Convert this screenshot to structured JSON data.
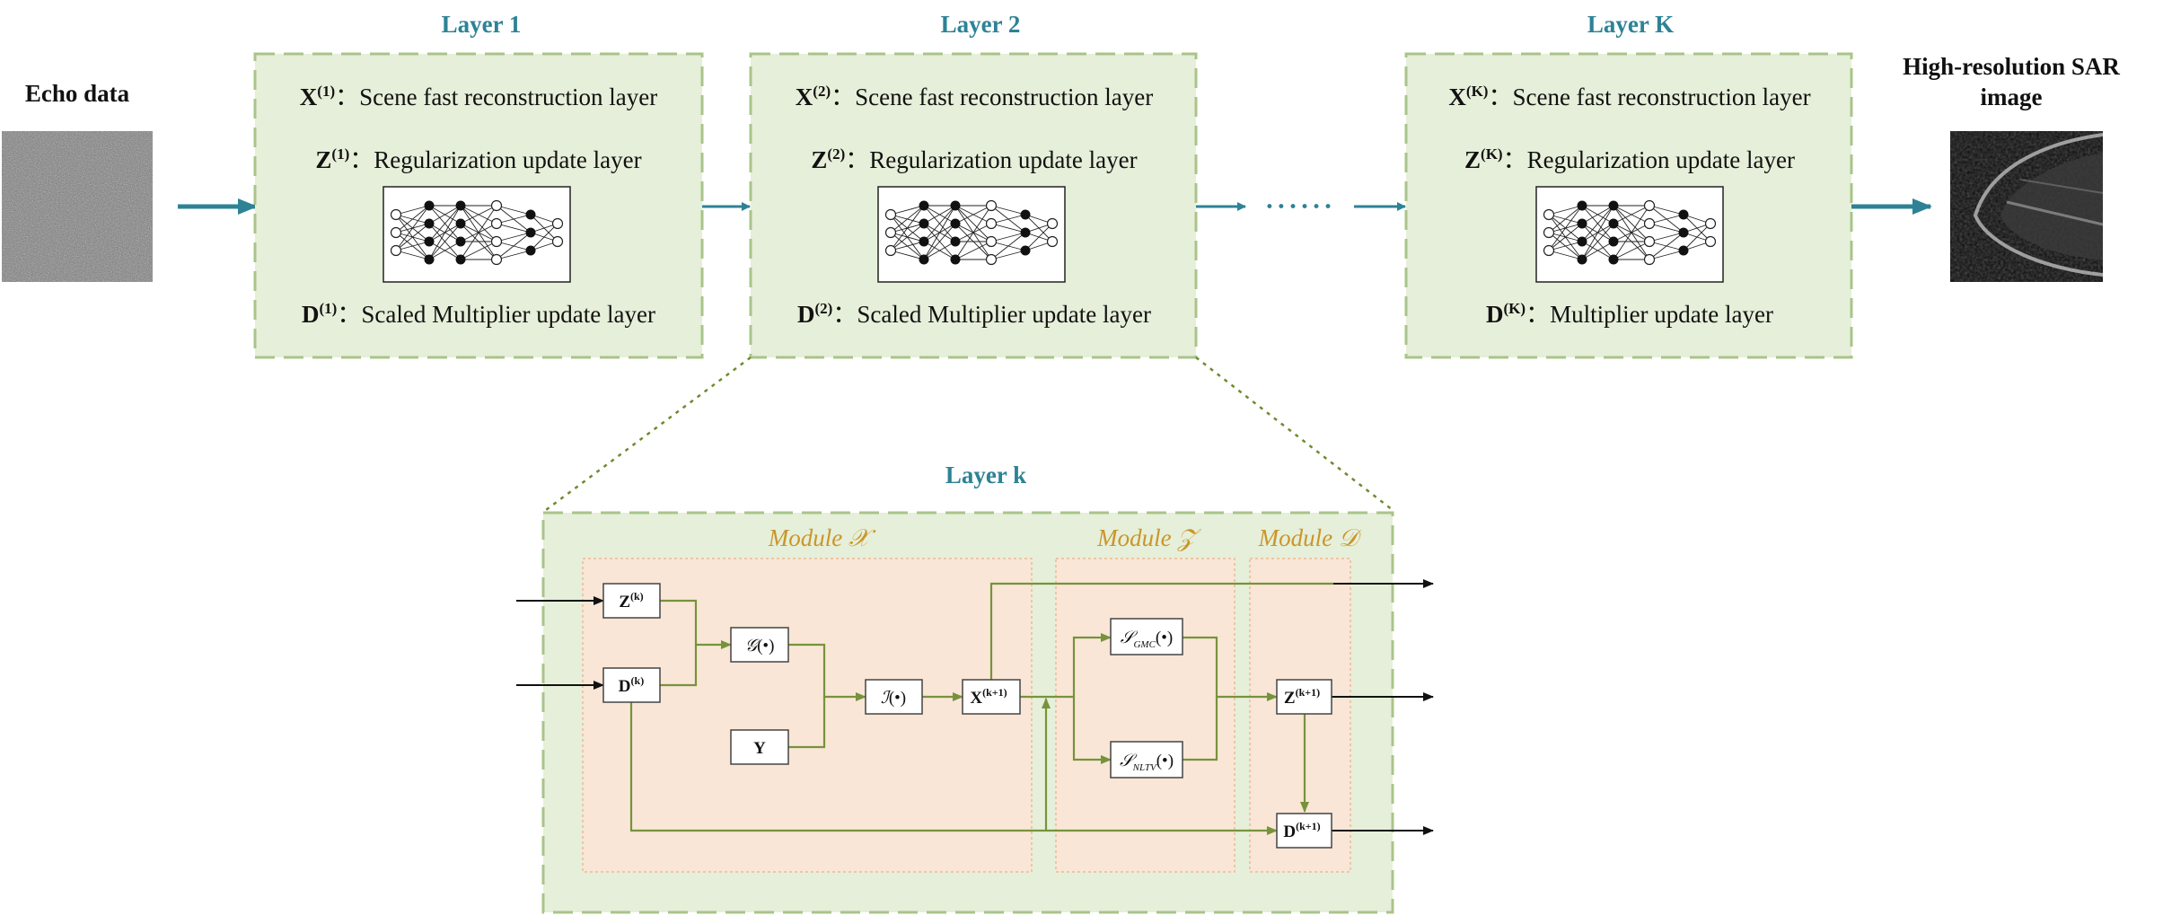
{
  "inputs": {
    "echo_title": "Echo data"
  },
  "outputs": {
    "sar_title_line1": "High-resolution SAR",
    "sar_title_line2": "image"
  },
  "layers": [
    {
      "title": "Layer 1",
      "rows": [
        {
          "var": "X",
          "sup": "(1)",
          "sep": "：",
          "text": "Scene fast reconstruction layer"
        },
        {
          "var": "Z",
          "sup": "(1)",
          "sep": "：",
          "text": "Regularization update layer"
        },
        {
          "var": "D",
          "sup": "(1)",
          "sep": "：",
          "text": "Scaled Multiplier update layer"
        }
      ]
    },
    {
      "title": "Layer 2",
      "rows": [
        {
          "var": "X",
          "sup": "(2)",
          "sep": "：",
          "text": "Scene fast reconstruction layer"
        },
        {
          "var": "Z",
          "sup": "(2)",
          "sep": "：",
          "text": "Regularization update layer"
        },
        {
          "var": "D",
          "sup": "(2)",
          "sep": "：",
          "text": "Scaled Multiplier update layer"
        }
      ]
    },
    {
      "title": "Layer K",
      "rows": [
        {
          "var": "X",
          "sup": "(K)",
          "sep": "：",
          "text": "Scene fast reconstruction layer"
        },
        {
          "var": "Z",
          "sup": "(K)",
          "sep": "：",
          "text": "Regularization update layer"
        },
        {
          "var": "D",
          "sup": "(K)",
          "sep": "：",
          "text": "Multiplier update layer"
        }
      ]
    }
  ],
  "ellipsis": "••••••",
  "detail": {
    "title": "Layer k",
    "modules": {
      "x": "Module 𝒳",
      "z": "Module 𝒵",
      "d": "Module 𝒟"
    },
    "ops": {
      "zk": {
        "var": "Z",
        "sup": "(k)"
      },
      "dk": {
        "var": "D",
        "sup": "(k)"
      },
      "g": {
        "sym": "𝒢",
        "arg": "(•)"
      },
      "y": {
        "var": "Y"
      },
      "i": {
        "sym": "ℐ",
        "arg": "(•)"
      },
      "xk1": {
        "var": "X",
        "sup": "(k+1)"
      },
      "sgmc": {
        "sym": "𝒮",
        "sub": "GMC",
        "arg": "(•)"
      },
      "snltv": {
        "sym": "𝒮",
        "sub": "NLTV",
        "arg": "(•)"
      },
      "zk1": {
        "var": "Z",
        "sup": "(k+1)"
      },
      "dk1": {
        "var": "D",
        "sup": "(k+1)"
      }
    }
  },
  "colors": {
    "layer_fill": "#e6efd9",
    "layer_border": "#a9c48a",
    "accent_teal": "#2e8296",
    "module_fill": "#f9e6d6",
    "module_border": "#f0b895",
    "module_title": "#c9962a",
    "flow_green": "#76933c",
    "zoom_line": "#6f8a2e"
  }
}
